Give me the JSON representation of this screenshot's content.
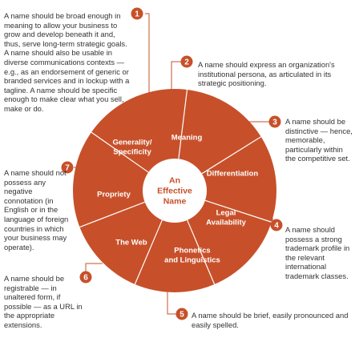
{
  "colors": {
    "ring": "#c7502a",
    "divider": "#ffffff",
    "center_bg": "#ffffff",
    "center_text": "#c7502a",
    "segment_text": "#ffffff",
    "badge": "#c7502a",
    "leader": "#c7502a",
    "note_text": "#333333"
  },
  "center": {
    "lines": [
      "An",
      "Effective",
      "Name"
    ]
  },
  "segments": [
    {
      "lines": [
        "Generality/",
        "Specificity"
      ]
    },
    {
      "lines": [
        "Meaning"
      ]
    },
    {
      "lines": [
        "Differentiation"
      ]
    },
    {
      "lines": [
        "Legal",
        "Availability"
      ]
    },
    {
      "lines": [
        "Phonetics",
        "and Linguistics"
      ]
    },
    {
      "lines": [
        "The Web"
      ]
    },
    {
      "lines": [
        "Propriety"
      ]
    }
  ],
  "notes": [
    {
      "number": "1",
      "text": "A name should be broad enough in meaning to allow your business to grow and develop beneath it and, thus, serve long-term strategic goals. A name should also be usable in diverse communications contexts — e.g., as an endorsement of generic or branded services and in lockup with a tagline. A name should be specific enough to make clear what you sell, make or do."
    },
    {
      "number": "2",
      "text": "A name should express an organization's institutional persona, as articulated in its strategic positioning."
    },
    {
      "number": "3",
      "text": "A name should be distinctive — hence, memorable, particularly within the competitive set."
    },
    {
      "number": "4",
      "text": "A name should possess a strong trademark profile in the relevant international trademark classes."
    },
    {
      "number": "5",
      "text": "A name should be brief, easily pronounced and easily spelled."
    },
    {
      "number": "6",
      "text": "A name should be registrable — in unaltered form, if possible — as a URL in the appropriate extensions."
    },
    {
      "number": "7",
      "text": "A name should not possess any negative connotation (in English or in the language of foreign countries in which your business may operate)."
    }
  ]
}
